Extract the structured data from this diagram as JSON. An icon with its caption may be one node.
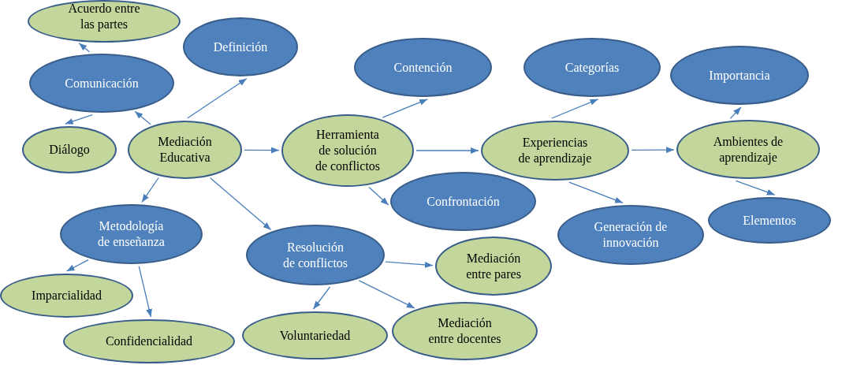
{
  "diagram": {
    "nodes": [
      {
        "text": [
          "Acuerdo entre las partes"
        ]
      },
      {
        "text": [
          "Comunicación"
        ]
      },
      {
        "text": [
          "Definición"
        ]
      },
      {
        "text": [
          "Diálogo"
        ]
      },
      {
        "text": [
          "Mediación Educativa"
        ]
      },
      {
        "text": [
          "Herramienta de solución de conflictos"
        ]
      },
      {
        "text": [
          "Contención"
        ]
      },
      {
        "text": [
          "Confrontación"
        ]
      },
      {
        "text": [
          "Categorías"
        ]
      },
      {
        "text": [
          "Importancia"
        ]
      },
      {
        "text": [
          "Experiencias de aprendizaje"
        ]
      },
      {
        "text": [
          "Ambientes de aprendizaje"
        ]
      },
      {
        "text": [
          "Metodología de enseñanza"
        ]
      },
      {
        "text": [
          "Resolución de conflictos"
        ]
      },
      {
        "text": [
          "Generación de innovación"
        ]
      },
      {
        "text": [
          "Elementos"
        ]
      },
      {
        "text": [
          "Imparcialidad"
        ]
      },
      {
        "text": [
          "Mediación entre pares"
        ]
      },
      {
        "text": [
          "Confidencialidad"
        ]
      },
      {
        "text": [
          "Voluntariedad"
        ]
      },
      {
        "text": [
          "Mediación entre docentes"
        ]
      }
    ],
    "edges": [
      {
        "from": 1,
        "to": 0,
        "arrow": "to"
      },
      {
        "from": 1,
        "to": 3,
        "arrow": "to"
      },
      {
        "from": 4,
        "to": 1,
        "arrow": "to"
      },
      {
        "from": 4,
        "to": 2,
        "arrow": "to"
      },
      {
        "from": 4,
        "to": 5,
        "arrow": "to"
      },
      {
        "from": 4,
        "to": 12,
        "arrow": "to"
      },
      {
        "from": 4,
        "to": 13,
        "arrow": "to"
      },
      {
        "from": 5,
        "to": 6,
        "arrow": "to"
      },
      {
        "from": 5,
        "to": 10,
        "arrow": "to"
      },
      {
        "from": 5,
        "to": 7,
        "arrow": "to"
      },
      {
        "from": 10,
        "to": 8,
        "arrow": "to"
      },
      {
        "from": 10,
        "to": 11,
        "arrow": "to"
      },
      {
        "from": 10,
        "to": 14,
        "arrow": "to"
      },
      {
        "from": 11,
        "to": 9,
        "arrow": "to"
      },
      {
        "from": 11,
        "to": 15,
        "arrow": "to"
      },
      {
        "from": 12,
        "to": 16,
        "arrow": "to"
      },
      {
        "from": 12,
        "to": 18,
        "arrow": "to"
      },
      {
        "from": 13,
        "to": 17,
        "arrow": "to"
      },
      {
        "from": 13,
        "to": 19,
        "arrow": "to"
      },
      {
        "from": 13,
        "to": 20,
        "arrow": "to"
      }
    ]
  }
}
